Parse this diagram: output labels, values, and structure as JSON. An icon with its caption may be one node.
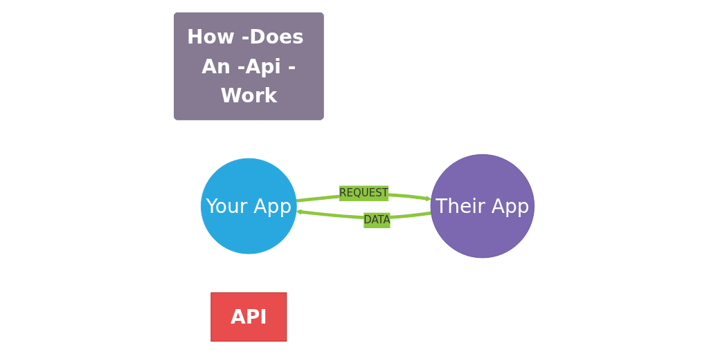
{
  "diagram": {
    "nodes": [
      {
        "text": [
          "How -Does An -Api -Work"
        ]
      },
      {
        "text": [
          "Your App"
        ]
      },
      {
        "text": [
          "API"
        ]
      },
      {
        "text": [
          "Their App"
        ]
      }
    ],
    "edges": [
      {
        "from": 1,
        "to": 3,
        "arrow": "to",
        "label": "REQUEST"
      },
      {
        "from": 3,
        "to": 1,
        "arrow": "to",
        "label": "DATA"
      }
    ]
  }
}
